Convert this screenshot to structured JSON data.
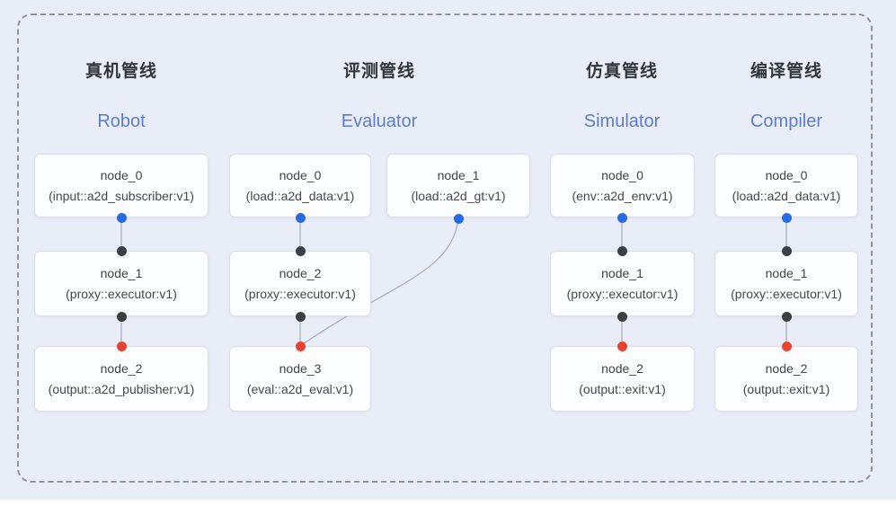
{
  "diagram_title": "pipeline-architecture",
  "colors": {
    "background": "#e9edf8",
    "frame_dash": "#8f95a0",
    "node_bg": "#fcfdfe",
    "node_border": "#d9dee8",
    "node_text": "#3f434a",
    "title_zh": "#32353a",
    "title_en": "#5d7ccd",
    "port_output_blue": "#2a6ae0",
    "port_input_black": "#3b3f44",
    "port_sink_red": "#e74332",
    "edge": "#a9b1bf"
  },
  "pipelines": [
    {
      "title_zh": "真机管线",
      "title_en": "Robot",
      "nodes": [
        {
          "name": "node_0",
          "impl": "(input::a2d_subscriber:v1)"
        },
        {
          "name": "node_1",
          "impl": "(proxy::executor:v1)"
        },
        {
          "name": "node_2",
          "impl": "(output::a2d_publisher:v1)"
        }
      ]
    },
    {
      "title_zh": "评测管线",
      "title_en": "Evaluator",
      "nodes": [
        {
          "name": "node_0",
          "impl": "(load::a2d_data:v1)"
        },
        {
          "name": "node_1",
          "impl": "(load::a2d_gt:v1)"
        },
        {
          "name": "node_2",
          "impl": "(proxy::executor:v1)"
        },
        {
          "name": "node_3",
          "impl": "(eval::a2d_eval:v1)"
        }
      ]
    },
    {
      "title_zh": "仿真管线",
      "title_en": "Simulator",
      "nodes": [
        {
          "name": "node_0",
          "impl": "(env::a2d_env:v1)"
        },
        {
          "name": "node_1",
          "impl": "(proxy::executor:v1)"
        },
        {
          "name": "node_2",
          "impl": "(output::exit:v1)"
        }
      ]
    },
    {
      "title_zh": "编译管线",
      "title_en": "Compiler",
      "nodes": [
        {
          "name": "node_0",
          "impl": "(load::a2d_data:v1)"
        },
        {
          "name": "node_1",
          "impl": "(proxy::executor:v1)"
        },
        {
          "name": "node_2",
          "impl": "(output::exit:v1)"
        }
      ]
    }
  ]
}
